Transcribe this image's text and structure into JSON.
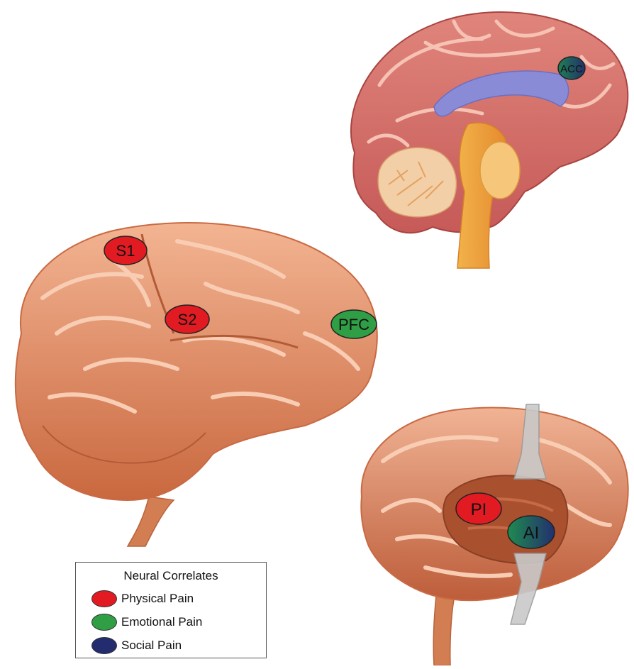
{
  "colors": {
    "physical": "#e21b23",
    "emotional": "#2f9e45",
    "social": "#232c6e"
  },
  "regions": {
    "acc": "ACC",
    "s1": "S1",
    "s2": "S2",
    "pfc": "PFC",
    "pi": "PI",
    "ai": "AI"
  },
  "legend": {
    "title": "Neural Correlates",
    "items": [
      {
        "label": "Physical Pain",
        "color": "#e21b23"
      },
      {
        "label": "Emotional Pain",
        "color": "#2f9e45"
      },
      {
        "label": "Social Pain",
        "color": "#232c6e"
      }
    ]
  }
}
